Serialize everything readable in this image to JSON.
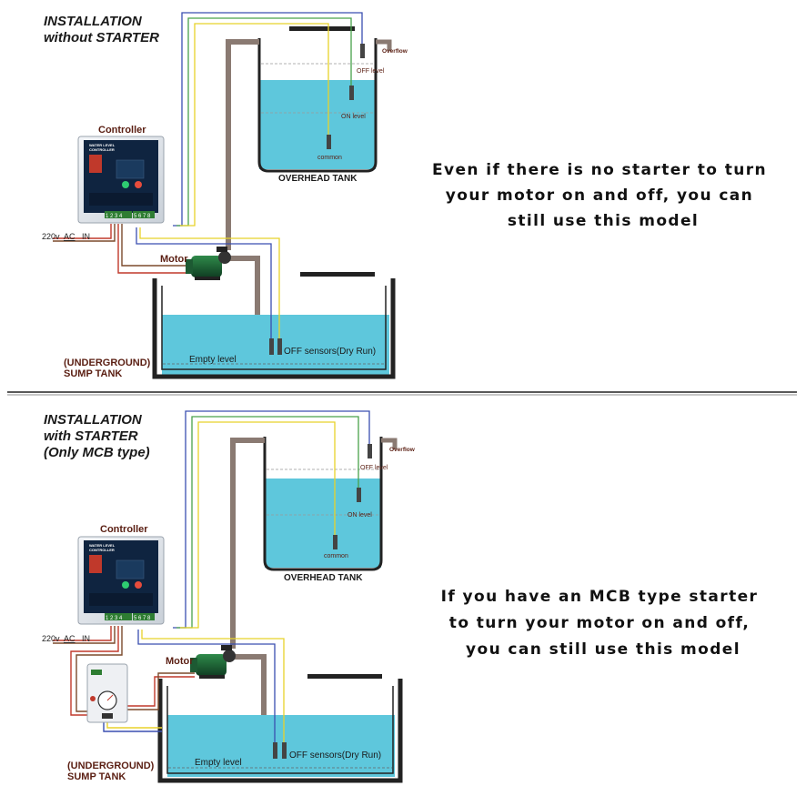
{
  "top": {
    "title_line1": "INSTALLATION",
    "title_line2": "without STARTER",
    "controller_label": "Controller",
    "motor_label": "Motor",
    "ac_label_prefix": "220v",
    "ac_label_ac": "AC",
    "ac_label_in": "IN",
    "overhead_tank_label": "OVERHEAD TANK",
    "overflow_label": "Overflow",
    "off_level_label": "OFF level",
    "on_level_label": "ON level",
    "common_label": "common",
    "empty_level_label": "Empty level",
    "off_sensors_label": "OFF sensors(Dry Run)",
    "sump_label_line1": "(UNDERGROUND)",
    "sump_label_line2": "SUMP TANK",
    "terminals_left": "1 2 3 4",
    "terminals_right": "5 6 7 8",
    "caption_line1": "Even if there is no starter to turn",
    "caption_line2": "your motor on and off, you can",
    "caption_line3": "still use this model"
  },
  "bottom": {
    "title_line1": "INSTALLATION",
    "title_line2": "with STARTER",
    "title_line3": "(Only MCB type)",
    "controller_label": "Controller",
    "motor_label": "Motor",
    "ac_label_prefix": "220v",
    "ac_label_ac": "AC",
    "ac_label_in": "IN",
    "overhead_tank_label": "OVERHEAD TANK",
    "overflow_label": "Overflow",
    "off_level_label": "OFF level",
    "on_level_label": "ON level",
    "common_label": "common",
    "empty_level_label": "Empty level",
    "off_sensors_label": "OFF sensors(Dry Run)",
    "sump_label_line1": "(UNDERGROUND)",
    "sump_label_line2": "SUMP TANK",
    "terminals_left": "1 2 3 4",
    "terminals_right": "5 6 7 8",
    "caption_line1": "If you have an MCB type starter",
    "caption_line2": "to turn your motor on and off,",
    "caption_line3": "you can still use this model"
  },
  "controller_panel": {
    "heading1": "WATER LEVEL",
    "heading2": "CONTROLLER"
  },
  "colors": {
    "water": "#5ec7dc",
    "pipe": "#8a7a72",
    "wire_blue": "#3a4fb0",
    "wire_green": "#49a24a",
    "wire_yellow": "#e8d22a",
    "wire_red": "#c0392b",
    "wire_brown": "#7b4a2c",
    "label_dark": "#5a1e12",
    "controller_body": "#e9edf2",
    "panel_navy": "#0f2440"
  }
}
